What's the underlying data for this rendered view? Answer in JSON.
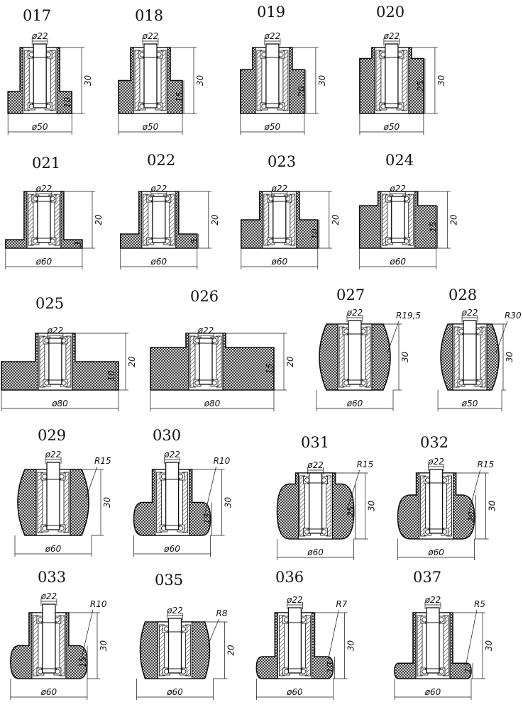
{
  "items": [
    {
      "id": "017",
      "shape": "flange-step",
      "shaft": "ø22",
      "base": "ø50",
      "heights": [
        "30",
        "10"
      ]
    },
    {
      "id": "018",
      "shape": "flange-step",
      "shaft": "ø22",
      "base": "ø50",
      "heights": [
        "30",
        "15"
      ]
    },
    {
      "id": "019",
      "shape": "flange-step",
      "shaft": "ø22",
      "base": "ø50",
      "heights": [
        "30",
        "20"
      ]
    },
    {
      "id": "020",
      "shape": "flange-step",
      "shaft": "ø22",
      "base": "ø50",
      "heights": [
        "30",
        "25"
      ]
    },
    {
      "id": "021",
      "shape": "flange-step",
      "shaft": "ø22",
      "base": "ø60",
      "heights": [
        "20",
        "3"
      ]
    },
    {
      "id": "022",
      "shape": "flange-step",
      "shaft": "ø22",
      "base": "ø60",
      "heights": [
        "20",
        "5"
      ]
    },
    {
      "id": "023",
      "shape": "flange-step",
      "shaft": "ø22",
      "base": "ø60",
      "heights": [
        "20",
        "10"
      ]
    },
    {
      "id": "024",
      "shape": "flange-step",
      "shaft": "ø22",
      "base": "ø60",
      "heights": [
        "20",
        "15"
      ]
    },
    {
      "id": "025",
      "shape": "flange-step",
      "shaft": "ø22",
      "base": "ø80",
      "heights": [
        "20",
        "10"
      ]
    },
    {
      "id": "026",
      "shape": "flange-step",
      "shaft": "ø22",
      "base": "ø80",
      "heights": [
        "20",
        "15"
      ]
    },
    {
      "id": "027",
      "shape": "barrel",
      "shaft": "ø22",
      "base": "ø60",
      "heights": [
        "30"
      ],
      "radius": "R19,5"
    },
    {
      "id": "028",
      "shape": "barrel",
      "shaft": "ø22",
      "base": "ø50",
      "heights": [
        "30"
      ],
      "radius": "R30"
    },
    {
      "id": "029",
      "shape": "barrel",
      "shaft": "ø22",
      "base": "ø60",
      "heights": [
        "30"
      ],
      "radius": "R15"
    },
    {
      "id": "030",
      "shape": "rounded-step",
      "shaft": "ø22",
      "base": "ø60",
      "heights": [
        "30",
        "15"
      ],
      "radius": "R10"
    },
    {
      "id": "031",
      "shape": "rounded-step",
      "shaft": "ø22",
      "base": "ø60",
      "heights": [
        "30",
        "25"
      ],
      "radius": "R15"
    },
    {
      "id": "032",
      "shape": "rounded-step",
      "shaft": "ø22",
      "base": "ø60",
      "heights": [
        "30",
        "20"
      ],
      "radius": "R15"
    },
    {
      "id": "033",
      "shape": "rounded-step",
      "shaft": "ø22",
      "base": "ø60",
      "heights": [
        "30",
        "15"
      ],
      "radius": "R10"
    },
    {
      "id": "035",
      "shape": "rounded-flat",
      "shaft": "ø22",
      "base": "ø60",
      "heights": [
        "20"
      ],
      "radius": "R8"
    },
    {
      "id": "036",
      "shape": "rounded-step",
      "shaft": "ø22",
      "base": "ø60",
      "heights": [
        "30",
        "10"
      ],
      "radius": "R7"
    },
    {
      "id": "037",
      "shape": "rounded-step",
      "shaft": "ø22",
      "base": "ø60",
      "heights": [
        "30",
        "7"
      ],
      "radius": "R5"
    }
  ]
}
